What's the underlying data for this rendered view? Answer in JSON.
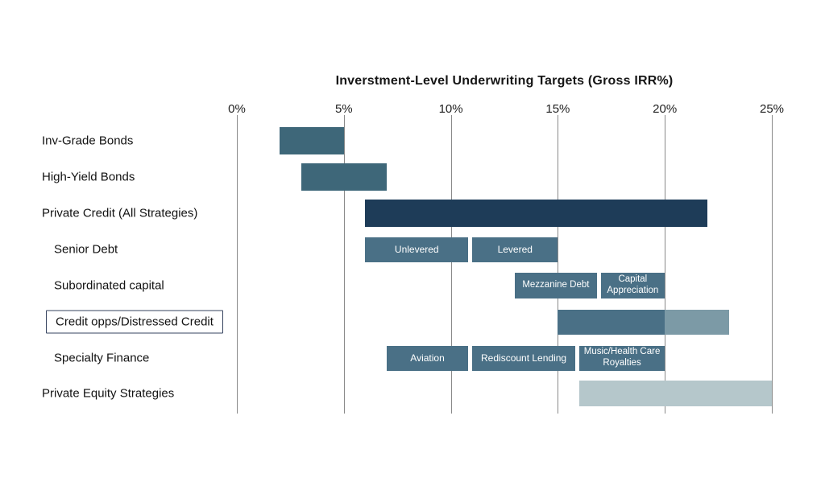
{
  "title": "Inverstment-Level Underwriting Targets (Gross IRR%)",
  "chart_data": {
    "type": "bar",
    "orientation": "horizontal-range",
    "title": "Inverstment-Level Underwriting Targets (Gross IRR%)",
    "xlabel": "",
    "ylabel": "",
    "x_axis": {
      "unit": "%",
      "range": [
        0,
        25
      ],
      "tick_values": [
        0,
        5,
        10,
        15,
        20,
        25
      ],
      "tick_labels": [
        "0%",
        "5%",
        "10%",
        "15%",
        "20%",
        "25%"
      ],
      "grid": true,
      "grid_color": "#8a8a8a"
    },
    "colors": {
      "teal": "#3e6779",
      "navy": "#1e3c58",
      "slate": "#4a7086",
      "slate_light": "#7c9aa6",
      "pale": "#b5c7cb"
    },
    "rows": [
      {
        "label": "Inv-Grade Bonds",
        "slug": "inv-grade-bonds",
        "indent": false,
        "boxed": false,
        "segments": [
          {
            "from": 2,
            "to": 5,
            "label": "",
            "color": "teal",
            "gap_after": false
          }
        ]
      },
      {
        "label": "High-Yield Bonds",
        "slug": "high-yield-bonds",
        "indent": false,
        "boxed": false,
        "segments": [
          {
            "from": 3,
            "to": 7,
            "label": "",
            "color": "teal",
            "gap_after": false
          }
        ]
      },
      {
        "label": "Private Credit (All Strategies)",
        "slug": "private-credit-all-strategies",
        "indent": false,
        "boxed": false,
        "segments": [
          {
            "from": 6,
            "to": 22,
            "label": "",
            "color": "navy",
            "gap_after": false
          }
        ]
      },
      {
        "label": "Senior Debt",
        "slug": "senior-debt",
        "indent": true,
        "boxed": false,
        "segments": [
          {
            "from": 6,
            "to": 11,
            "label": "Unlevered",
            "color": "slate",
            "gap_after": true
          },
          {
            "from": 11,
            "to": 15,
            "label": "Levered",
            "color": "slate",
            "gap_after": false
          }
        ]
      },
      {
        "label": "Subordinated capital",
        "slug": "subordinated-capital",
        "indent": true,
        "boxed": false,
        "segments": [
          {
            "from": 13,
            "to": 17,
            "label": "Mezzanine Debt",
            "color": "slate",
            "gap_after": true,
            "small": true
          },
          {
            "from": 17,
            "to": 20,
            "label": "Capital Appreciation",
            "color": "slate",
            "gap_after": false,
            "small": true
          }
        ]
      },
      {
        "label": "Credit opps/Distressed Credit",
        "slug": "credit-opps-distressed-credit",
        "indent": true,
        "boxed": true,
        "segments": [
          {
            "from": 15,
            "to": 20,
            "label": "",
            "color": "slate",
            "gap_after": false
          },
          {
            "from": 20,
            "to": 23,
            "label": "",
            "color": "slate_light",
            "gap_after": false
          }
        ]
      },
      {
        "label": "Specialty Finance",
        "slug": "specialty-finance",
        "indent": true,
        "boxed": false,
        "segments": [
          {
            "from": 7,
            "to": 11,
            "label": "Aviation",
            "color": "slate",
            "gap_after": true
          },
          {
            "from": 11,
            "to": 16,
            "label": "Rediscount Lending",
            "color": "slate",
            "gap_after": true
          },
          {
            "from": 16,
            "to": 20,
            "label": "Music/Health Care Royalties",
            "color": "slate",
            "gap_after": false,
            "small": true
          }
        ]
      },
      {
        "label": "Private Equity Strategies",
        "slug": "private-equity-strategies",
        "indent": false,
        "boxed": false,
        "segments": [
          {
            "from": 16,
            "to": 25,
            "label": "",
            "color": "pale",
            "gap_after": false
          }
        ]
      }
    ]
  }
}
